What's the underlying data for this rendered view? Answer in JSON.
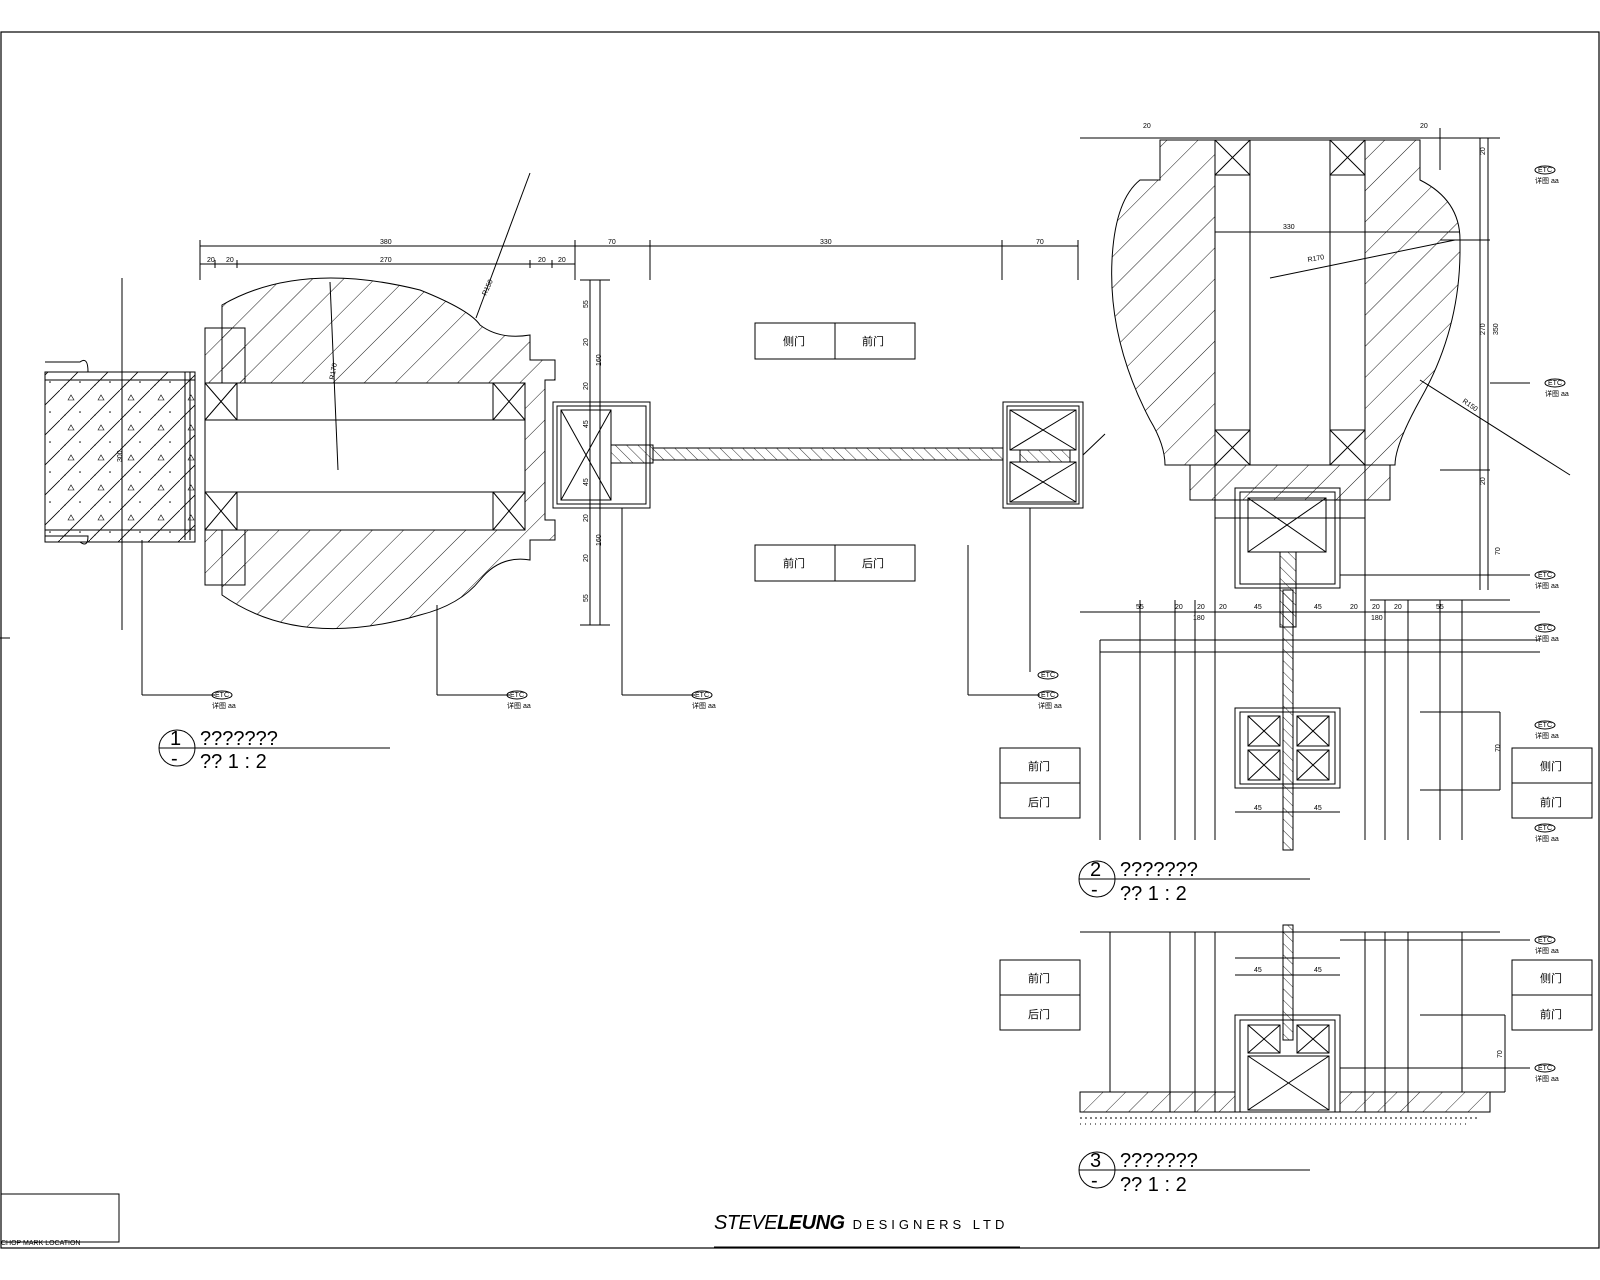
{
  "sheet": {
    "company": {
      "name_part1": "STEVE",
      "name_part2": "LEUNG",
      "suffix": "DESIGNERS LTD"
    },
    "chop_label": "CHOP MARK LOCATION"
  },
  "details": [
    {
      "number": "1",
      "title": "???????",
      "scale": "?? 1 : 2"
    },
    {
      "number": "2",
      "title": "???????",
      "scale": "?? 1 : 2"
    },
    {
      "number": "3",
      "title": "???????",
      "scale": "?? 1 : 2"
    }
  ],
  "room_tags": {
    "front": "前门",
    "side": "侧门",
    "rear": "后门"
  },
  "dimensions_detail1": {
    "top_overall": "380",
    "top_inner": "270",
    "top_edges": [
      "20",
      "20",
      "20",
      "20"
    ],
    "span_left": "70",
    "span_mid": "330",
    "span_right": "70",
    "vertical": [
      "55",
      "20",
      "20",
      "45",
      "45",
      "20",
      "20",
      "55"
    ],
    "vertical_total": [
      "160",
      "160"
    ],
    "wall": "300",
    "radius": "R170",
    "radius2": "R150"
  },
  "dimensions_detail2": {
    "top_edges": [
      "20",
      "20"
    ],
    "width": "330",
    "right_v": [
      "20",
      "270",
      "20",
      "350",
      "70",
      "70"
    ],
    "bottom_row": [
      "55",
      "20",
      "20",
      "20",
      "45",
      "45",
      "20",
      "20",
      "20",
      "55"
    ],
    "bottom_total": [
      "180",
      "180"
    ],
    "lower_pair": [
      "45",
      "45"
    ],
    "radius": "R170",
    "radius2": "R150"
  },
  "dimensions_detail3": {
    "pair": [
      "45",
      "45"
    ],
    "right_v": "70"
  },
  "callout": {
    "code": "ETC",
    "note": "详图 aa"
  }
}
